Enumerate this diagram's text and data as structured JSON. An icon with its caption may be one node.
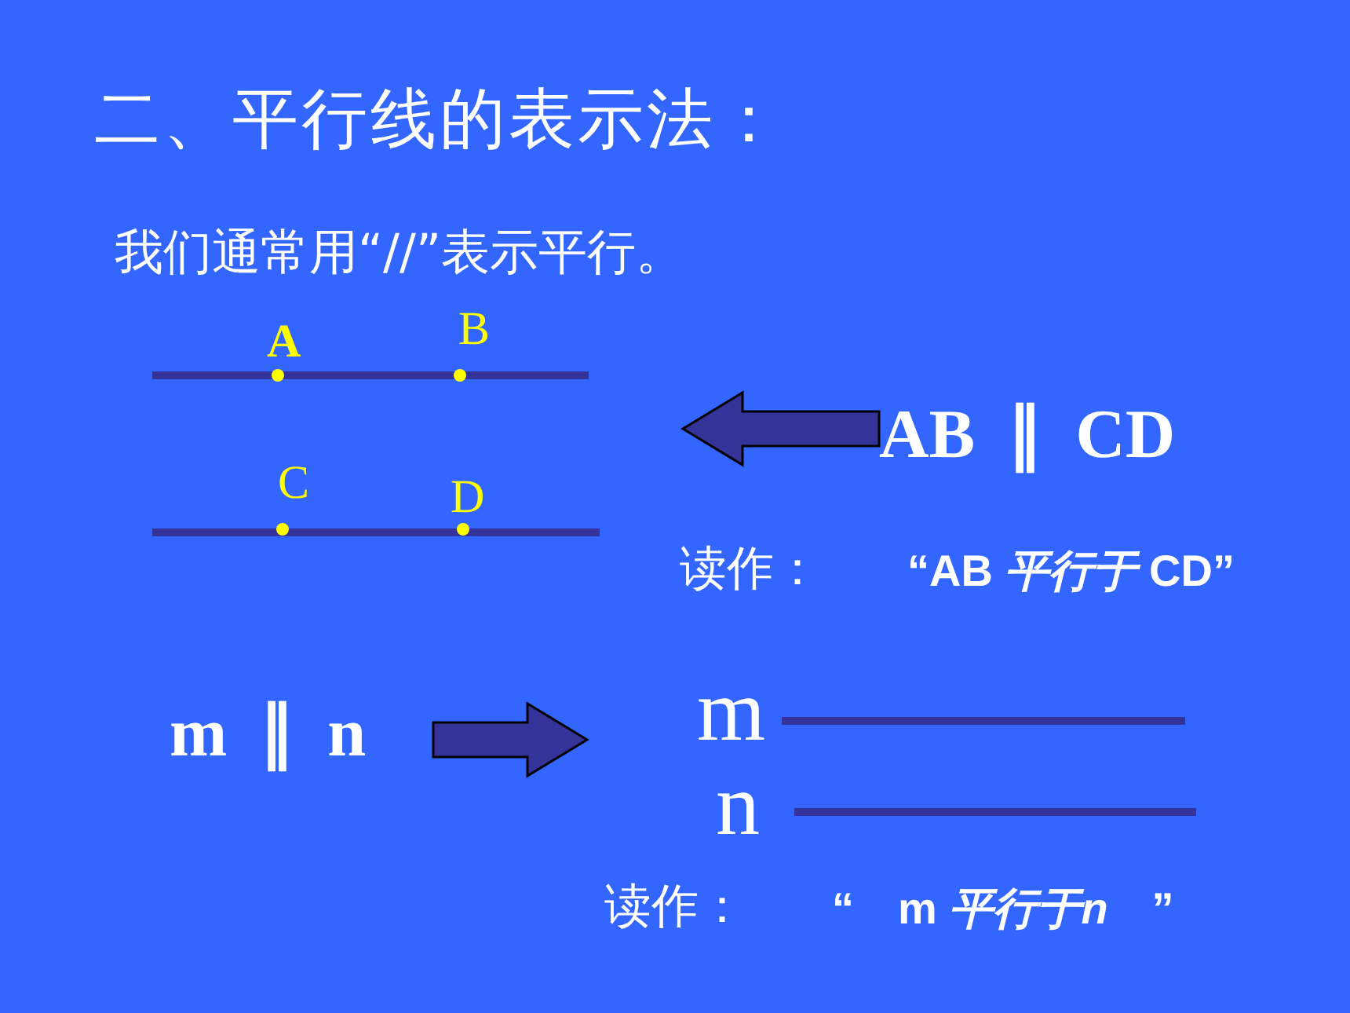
{
  "diagram": {
    "title": "二、平行线的表示法：",
    "nodes": [
      {
        "text": [
          "AB ∥ CD"
        ]
      },
      {
        "text": [
          "A",
          "B",
          "C",
          "D"
        ]
      },
      {
        "text": [
          "m ∥ n"
        ]
      },
      {
        "text": [
          "m",
          "n"
        ]
      }
    ],
    "edges": [
      {
        "from": 0,
        "to": 1,
        "arrow": "to",
        "style": "thick"
      },
      {
        "from": 2,
        "to": 3,
        "arrow": "to",
        "style": "thick"
      }
    ],
    "labels": [
      "我们通常用“//”表示平行。",
      "读作：",
      "“AB *平行于* CD”",
      "读作：",
      "“　m *平行于n*　”"
    ]
  }
}
